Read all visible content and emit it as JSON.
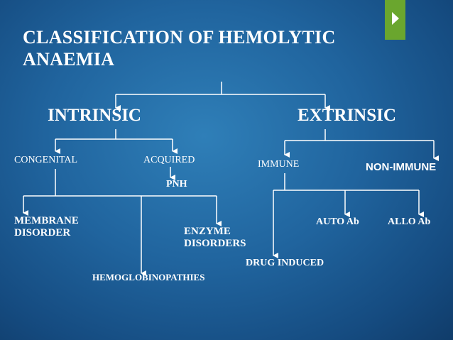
{
  "slide": {
    "title_line1": "CLASSIFICATION OF HEMOLYTIC",
    "title_line2": "ANAEMIA"
  },
  "tree": {
    "intrinsic": "INTRINSIC",
    "extrinsic": "EXTRINSIC",
    "congenital": "CONGENITAL",
    "acquired": "ACQUIRED",
    "pnh": "PNH",
    "immune": "IMMUNE",
    "non_immune": "NON-IMMUNE",
    "membrane_line1": "MEMBRANE",
    "membrane_line2": "DISORDER",
    "enzyme_line1": "ENZYME",
    "enzyme_line2": "DISORDERS",
    "hemoglobinopathies": "HEMOGLOBINOPATHIES",
    "drug_induced": "DRUG INDUCED",
    "auto_ab": "AUTO Ab",
    "allo_ab": "ALLO Ab"
  },
  "colors": {
    "background": "#20649e",
    "accent": "#6aa62e",
    "text": "#ffffff"
  }
}
